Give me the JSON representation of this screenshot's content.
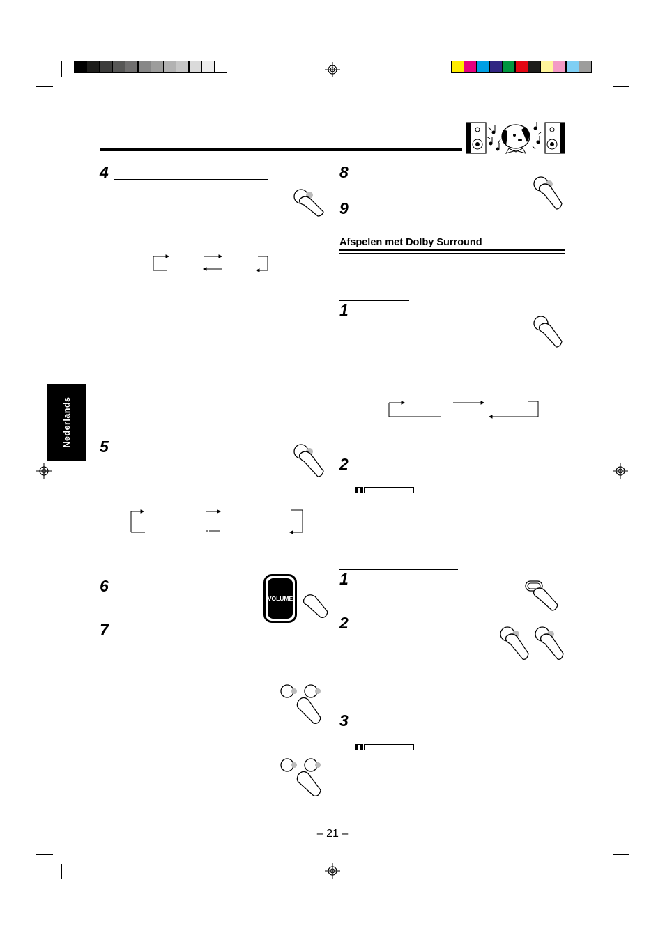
{
  "language_tab": "Nederlands",
  "section": {
    "title": "Afspelen met Dolby Surround"
  },
  "steps": {
    "left": [
      "4",
      "5",
      "6",
      "7"
    ],
    "right_top": [
      "8",
      "9"
    ],
    "right_sub1": [
      "1",
      "2"
    ],
    "right_sub2": [
      "1",
      "2",
      "3"
    ]
  },
  "volume_knob": {
    "label": "VOLUME"
  },
  "page_number": "– 21 –",
  "colors": {
    "color_bar": [
      "#ffec00",
      "#e6007e",
      "#009fe3",
      "#312783",
      "#009640",
      "#e30613",
      "#1d1d1b",
      "#fff59b",
      "#f39ac5",
      "#7fcff4",
      "#9d9d9c"
    ],
    "gray_bar": [
      "#000000",
      "#1d1d1b",
      "#3c3c3b",
      "#575756",
      "#706f6f",
      "#878787",
      "#9d9d9c",
      "#b2b2b2",
      "#c6c6c6",
      "#dadada",
      "#ededed",
      "#ffffff"
    ],
    "tab_background": "#000000"
  }
}
